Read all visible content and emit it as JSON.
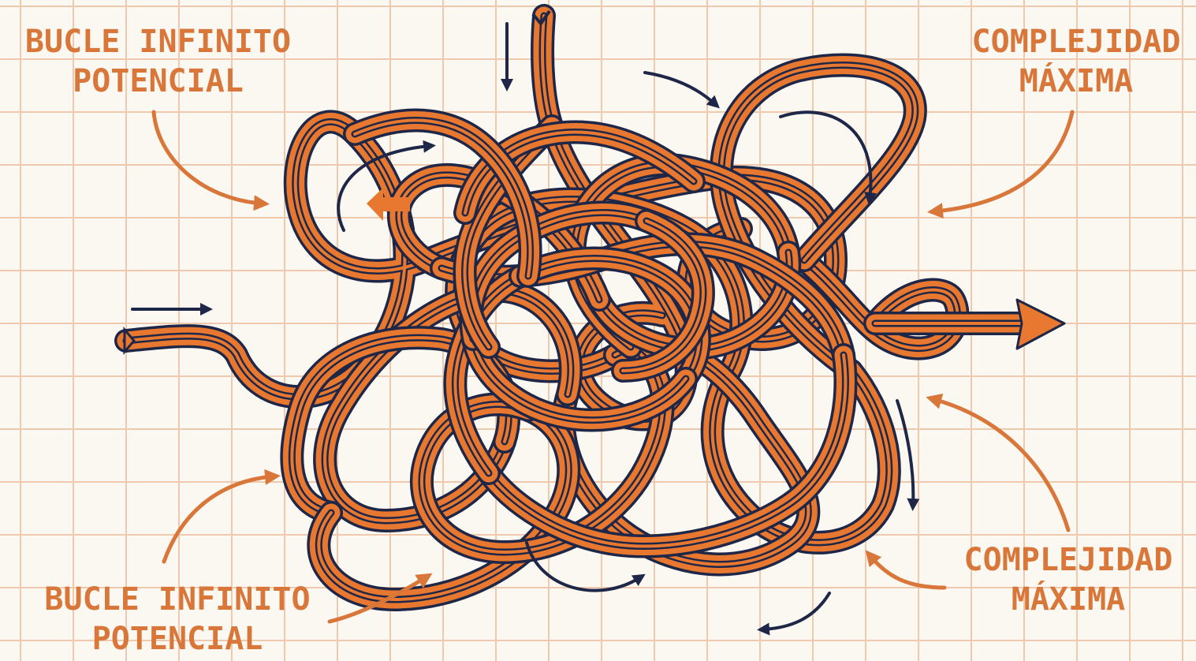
{
  "labels": {
    "top_left": {
      "line1": "BUCLE INFINITO",
      "line2": "POTENCIAL"
    },
    "top_right": {
      "line1": "COMPLEJIDAD",
      "line2": "MÁXIMA"
    },
    "bottom_left": {
      "line1": "BUCLE INFINITO",
      "line2": "POTENCIAL"
    },
    "bottom_right": {
      "line1": "COMPLEJIDAD",
      "line2": "MÁXIMA"
    }
  },
  "colors": {
    "background": "#fbf7f1",
    "grid": "#efc9ad",
    "rope": "#e8782f",
    "rope_outline": "#1e2748",
    "label": "#d9773a",
    "navy_arrow": "#1e2748"
  },
  "icons": {
    "entry_arrow": "arrow-right-icon",
    "exit_arrow": "arrow-right-icon",
    "flow_arrows": "curved-arrow-icon"
  }
}
